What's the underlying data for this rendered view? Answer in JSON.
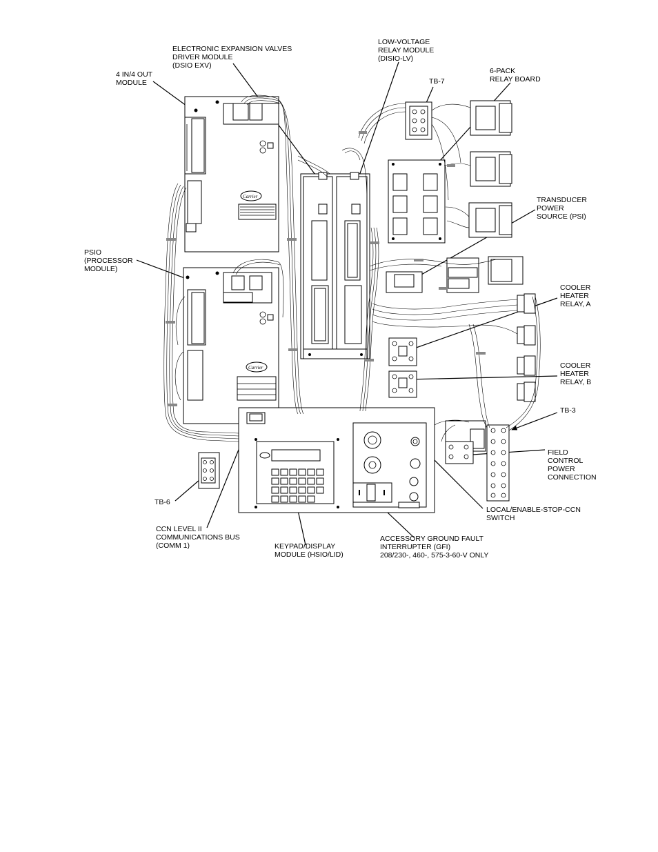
{
  "labels": {
    "exv_module": [
      "ELECTRONIC EXPANSION VALVES",
      "DRIVER MODULE",
      "(DSIO EXV)"
    ],
    "lv_relay": [
      "LOW-VOLTAGE",
      "RELAY MODULE",
      "(DISIO-LV)"
    ],
    "four_in_out": [
      "4 IN/4 OUT",
      "MODULE"
    ],
    "tb7": [
      "TB-7"
    ],
    "six_pack": [
      "6-PACK",
      "RELAY BOARD"
    ],
    "transducer": [
      "TRANSDUCER",
      "POWER",
      "SOURCE (PSI)"
    ],
    "psio": [
      "PSIO",
      "(PROCESSOR",
      "MODULE)"
    ],
    "heater_a": [
      "COOLER",
      "HEATER",
      "RELAY, A"
    ],
    "heater_b": [
      "COOLER",
      "HEATER",
      "RELAY, B"
    ],
    "tb3": [
      "TB-3"
    ],
    "field_power": [
      "FIELD",
      "CONTROL",
      "POWER",
      "CONNECTION"
    ],
    "tb6": [
      "TB-6"
    ],
    "local_switch": [
      "LOCAL/ENABLE-STOP-CCN",
      "SWITCH"
    ],
    "ccn_bus": [
      "CCN LEVEL II",
      "COMMUNICATIONS BUS",
      "(COMM 1)"
    ],
    "keypad": [
      "KEYPAD/DISPLAY",
      "MODULE (HSIO/LID)"
    ],
    "gfi": [
      "ACCESSORY GROUND FAULT",
      "INTERRUPTER (GFI)",
      "208/230-, 460-, 575-3-60-V ONLY"
    ]
  },
  "icons": [
    "carrier-logo"
  ]
}
